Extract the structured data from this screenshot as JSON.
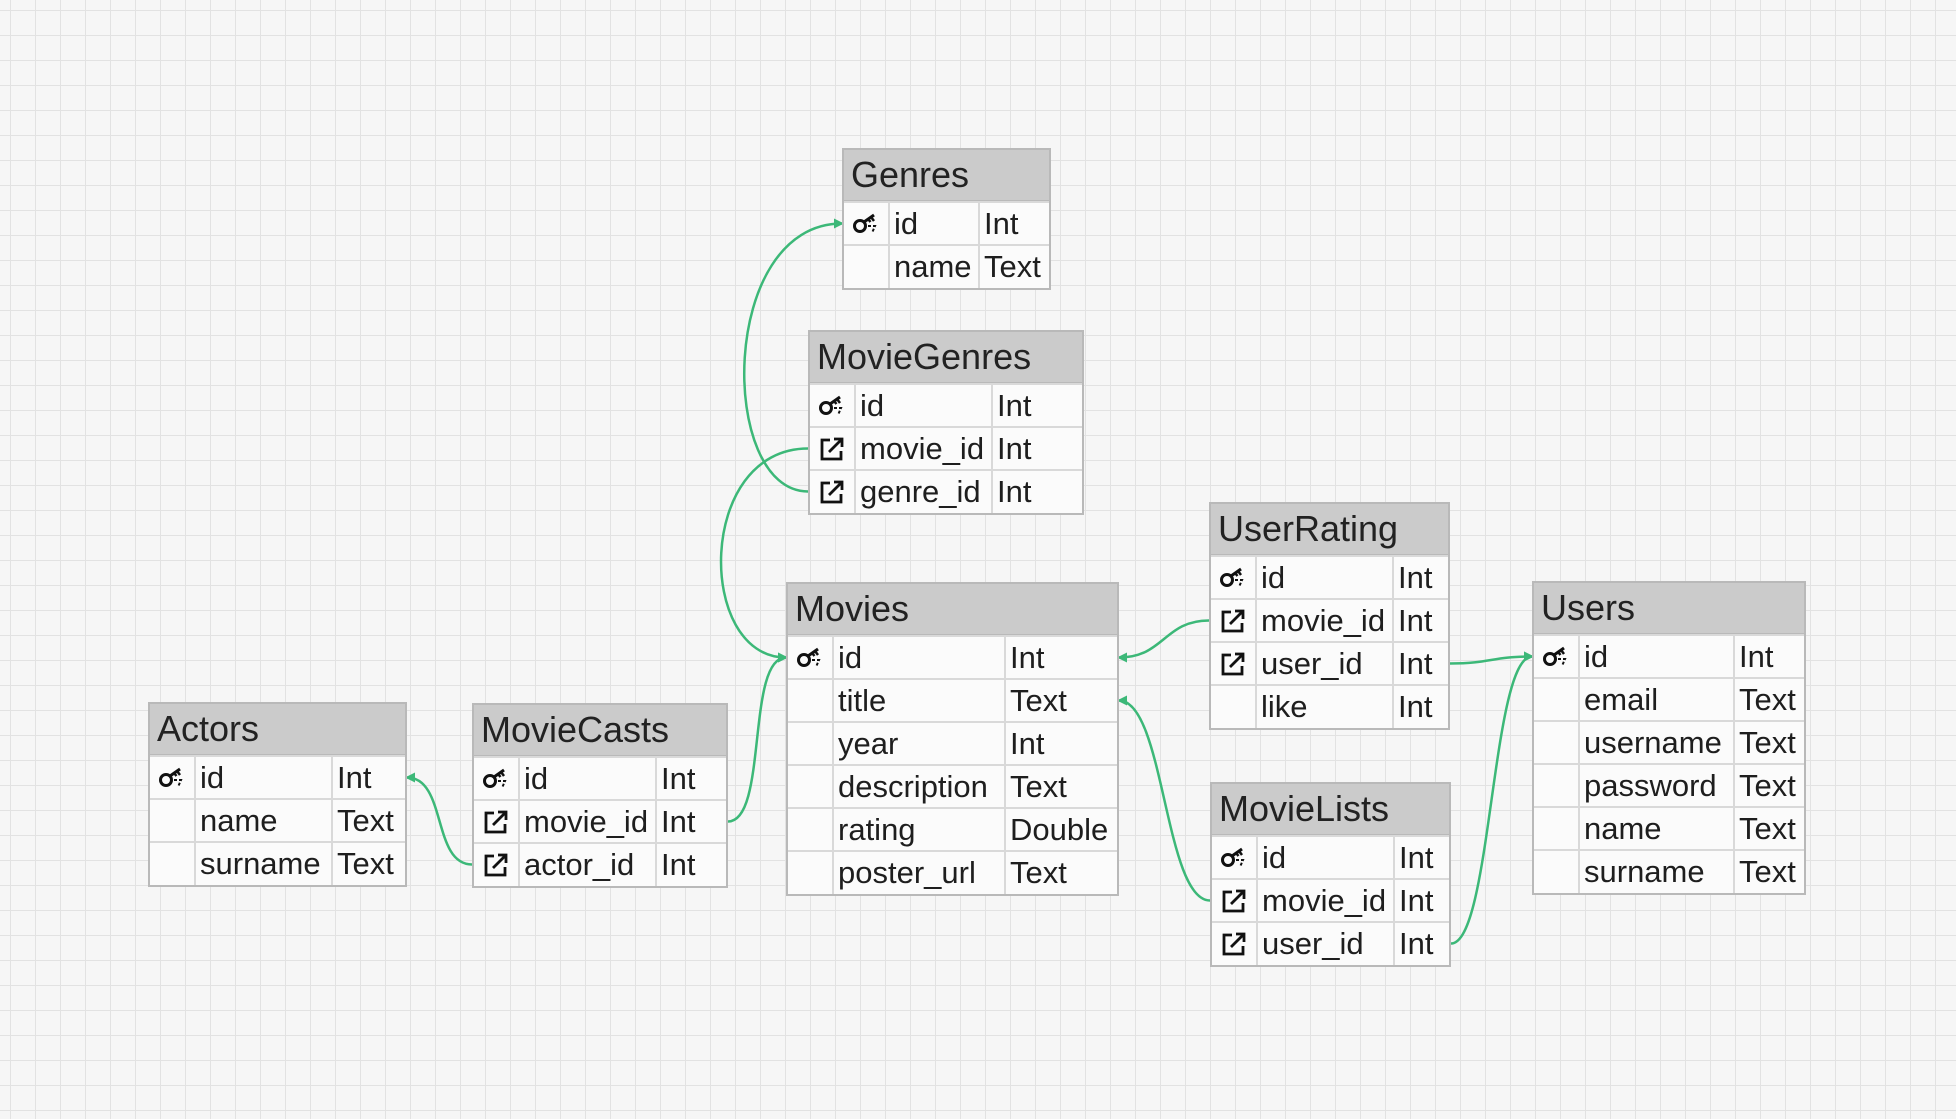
{
  "colors": {
    "connector": "#3cb878",
    "header_bg": "#cbcbcb",
    "border": "#b9b9b9"
  },
  "entities": [
    {
      "id": "genres",
      "name": "Genres",
      "fields": [
        {
          "key": "pk",
          "name": "id",
          "type": "Int"
        },
        {
          "key": "",
          "name": "name",
          "type": "Text"
        }
      ]
    },
    {
      "id": "moviegenres",
      "name": "MovieGenres",
      "fields": [
        {
          "key": "pk",
          "name": "id",
          "type": "Int"
        },
        {
          "key": "fk",
          "name": "movie_id",
          "type": "Int"
        },
        {
          "key": "fk",
          "name": "genre_id",
          "type": "Int"
        }
      ]
    },
    {
      "id": "movies",
      "name": "Movies",
      "fields": [
        {
          "key": "pk",
          "name": "id",
          "type": "Int"
        },
        {
          "key": "",
          "name": "title",
          "type": "Text"
        },
        {
          "key": "",
          "name": "year",
          "type": "Int"
        },
        {
          "key": "",
          "name": "description",
          "type": "Text"
        },
        {
          "key": "",
          "name": "rating",
          "type": "Double"
        },
        {
          "key": "",
          "name": "poster_url",
          "type": "Text"
        }
      ]
    },
    {
      "id": "actors",
      "name": "Actors",
      "fields": [
        {
          "key": "pk",
          "name": "id",
          "type": "Int"
        },
        {
          "key": "",
          "name": "name",
          "type": "Text"
        },
        {
          "key": "",
          "name": "surname",
          "type": "Text"
        }
      ]
    },
    {
      "id": "moviecasts",
      "name": "MovieCasts",
      "fields": [
        {
          "key": "pk",
          "name": "id",
          "type": "Int"
        },
        {
          "key": "fk",
          "name": "movie_id",
          "type": "Int"
        },
        {
          "key": "fk",
          "name": "actor_id",
          "type": "Int"
        }
      ]
    },
    {
      "id": "userrating",
      "name": "UserRating",
      "fields": [
        {
          "key": "pk",
          "name": "id",
          "type": "Int"
        },
        {
          "key": "fk",
          "name": "movie_id",
          "type": "Int"
        },
        {
          "key": "fk",
          "name": "user_id",
          "type": "Int"
        },
        {
          "key": "",
          "name": "like",
          "type": "Int"
        }
      ]
    },
    {
      "id": "movielists",
      "name": "MovieLists",
      "fields": [
        {
          "key": "pk",
          "name": "id",
          "type": "Int"
        },
        {
          "key": "fk",
          "name": "movie_id",
          "type": "Int"
        },
        {
          "key": "fk",
          "name": "user_id",
          "type": "Int"
        }
      ]
    },
    {
      "id": "users",
      "name": "Users",
      "fields": [
        {
          "key": "pk",
          "name": "id",
          "type": "Int"
        },
        {
          "key": "",
          "name": "email",
          "type": "Text"
        },
        {
          "key": "",
          "name": "username",
          "type": "Text"
        },
        {
          "key": "",
          "name": "password",
          "type": "Text"
        },
        {
          "key": "",
          "name": "name",
          "type": "Text"
        },
        {
          "key": "",
          "name": "surname",
          "type": "Text"
        }
      ]
    }
  ],
  "relations": [
    {
      "from": "moviegenres.genre_id",
      "to": "genres.id"
    },
    {
      "from": "moviegenres.movie_id",
      "to": "movies.id"
    },
    {
      "from": "moviecasts.movie_id",
      "to": "movies.id"
    },
    {
      "from": "moviecasts.actor_id",
      "to": "actors.id"
    },
    {
      "from": "userrating.movie_id",
      "to": "movies.id"
    },
    {
      "from": "userrating.user_id",
      "to": "users.id"
    },
    {
      "from": "movielists.movie_id",
      "to": "movies.title"
    },
    {
      "from": "movielists.user_id",
      "to": "users.id"
    }
  ]
}
